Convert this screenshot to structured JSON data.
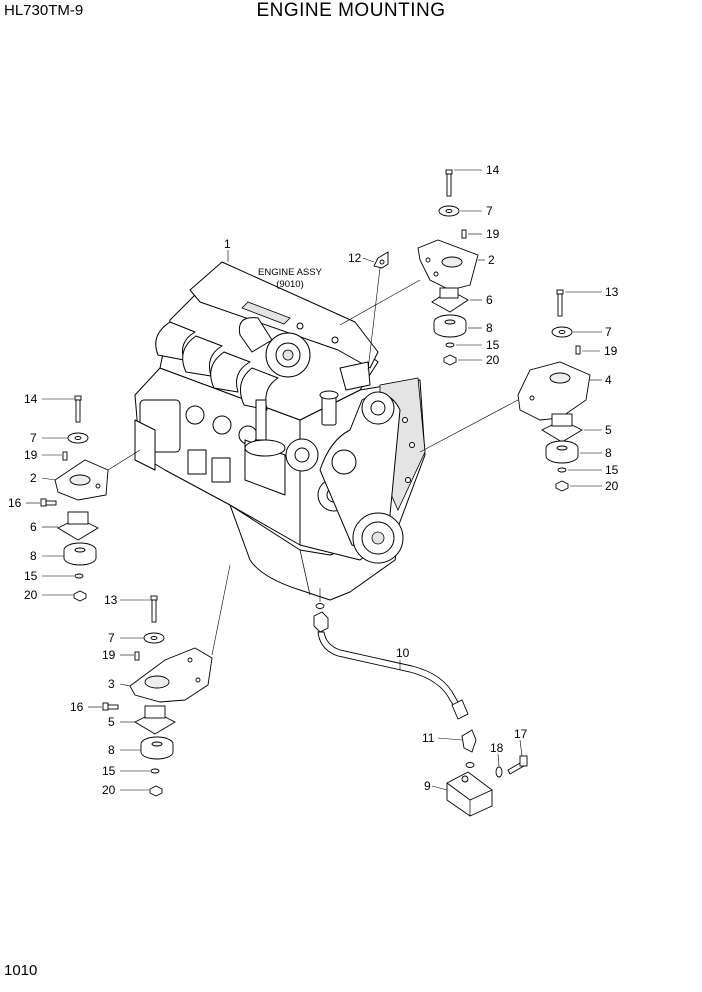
{
  "header": {
    "model": "HL730TM-9",
    "title": "ENGINE MOUNTING"
  },
  "footer": {
    "page_number": "1010"
  },
  "engine_label": {
    "line1": "ENGINE ASSY",
    "line2": "(9010)"
  },
  "callouts": {
    "engine": "1",
    "tr_14": "14",
    "tr_7": "7",
    "tr_19": "19",
    "tr_2": "2",
    "tr_12": "12",
    "tr_6": "6",
    "tr_8": "8",
    "tr_15": "15",
    "tr_20": "20",
    "r_13": "13",
    "r_7": "7",
    "r_19": "19",
    "r_4": "4",
    "r_5": "5",
    "r_8": "8",
    "r_15": "15",
    "r_20": "20",
    "l_14": "14",
    "l_7": "7",
    "l_19": "19",
    "l_2": "2",
    "l_16": "16",
    "l_6": "6",
    "l_8": "8",
    "l_15": "15",
    "l_20": "20",
    "bl_13": "13",
    "bl_7": "7",
    "bl_19": "19",
    "bl_3": "3",
    "bl_16": "16",
    "bl_5": "5",
    "bl_8": "8",
    "bl_15": "15",
    "bl_20": "20",
    "hose_10": "10",
    "fit_11": "11",
    "blk_9": "9",
    "wash_18": "18",
    "bolt_17": "17"
  }
}
